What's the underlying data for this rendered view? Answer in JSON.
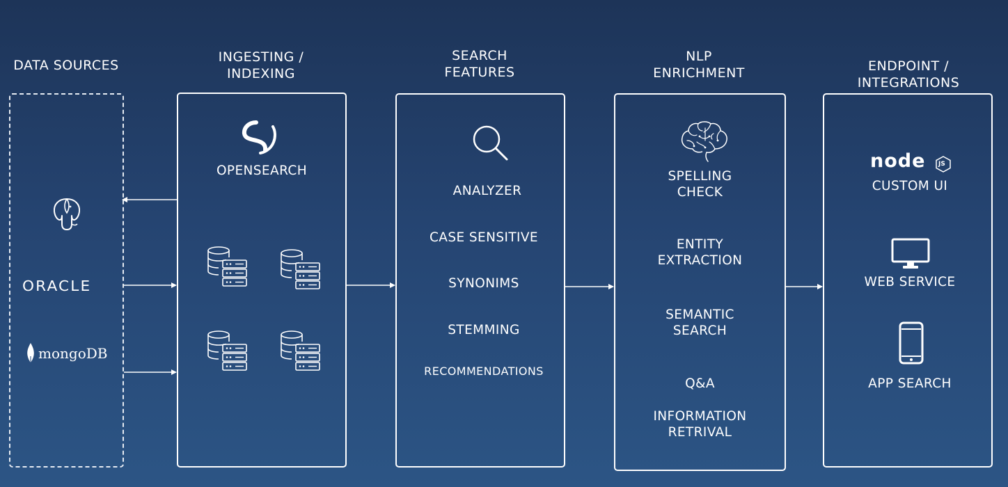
{
  "columns": {
    "data_sources": {
      "heading": [
        "DATA SOURCES"
      ],
      "logos": {
        "postgres": "postgresql-elephant-icon",
        "oracle": "ORACLE",
        "mongo": "mongoDB"
      }
    },
    "ingesting": {
      "heading": [
        "INGESTING /",
        "INDEXING"
      ],
      "brand": "OPENSEARCH",
      "icons": [
        "database-server-icon",
        "database-server-icon",
        "database-server-icon",
        "database-server-icon"
      ]
    },
    "search_features": {
      "heading": [
        "SEARCH",
        "FEATURES"
      ],
      "items": [
        "ANALYZER",
        "CASE SENSITIVE",
        "SYNONIMS",
        "STEMMING",
        "RECOMMENDATIONS"
      ]
    },
    "nlp": {
      "heading": [
        "NLP",
        "ENRICHMENT"
      ],
      "items": [
        [
          "SPELLING",
          "CHECK"
        ],
        [
          "ENTITY",
          "EXTRACTION"
        ],
        [
          "SEMANTIC",
          "SEARCH"
        ],
        [
          "Q&A"
        ],
        [
          "INFORMATION",
          "RETRIVAL"
        ]
      ]
    },
    "endpoints": {
      "heading": [
        "ENDPOINT /",
        "INTEGRATIONS"
      ],
      "node_logo": "node",
      "node_badge": "JS",
      "items": [
        "CUSTOM UI",
        "WEB SERVICE",
        "APP SEARCH"
      ]
    }
  },
  "colors": {
    "background_top": "#1d3458",
    "background_bottom": "#2c5585",
    "stroke": "#ffffff"
  }
}
